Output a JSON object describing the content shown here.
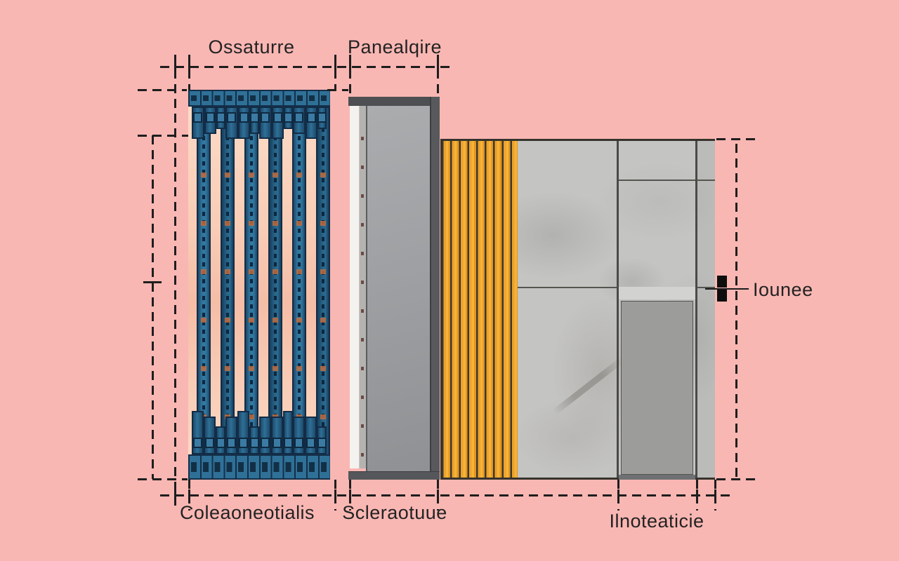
{
  "diagram": {
    "background_color": "#f9b7b3",
    "labels": {
      "ossature": "Ossaturre",
      "panel": "Panealqire",
      "bottom_left": "Coleaoneotialis",
      "bottom_center": "Scleraotuue",
      "bottom_right": "Ilnoteaticie",
      "side": "Iounee"
    },
    "colors": {
      "stud_blue": "#2f7097",
      "stud_edge": "#132c46",
      "backing_peach": "#fbd9c6",
      "fastener_orange": "#bf6b3d",
      "panel_gray": "#9fa1a3",
      "panel_frame_dark": "#55575a",
      "panel_white_strip": "#f4f2ee",
      "slat_yellow": "#efa52e",
      "slat_gap": "#3b382f",
      "concrete_light": "#c4c4c2",
      "inset_gray": "#9c9c9a",
      "dimension_line": "#1e1e1e",
      "marker_black": "#0d0d0d"
    },
    "structure": {
      "stud_count": 6,
      "header_block_count": 12,
      "footer_block_count": 12,
      "slat_count": 9
    }
  }
}
